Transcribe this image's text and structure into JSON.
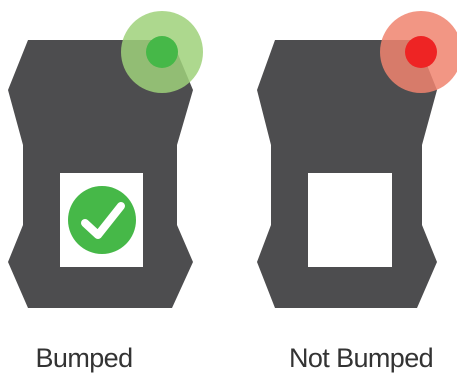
{
  "devices": [
    {
      "id": "bumped",
      "label": "Bumped",
      "status": "bumped",
      "screen_icon": "check-circle-icon",
      "indicator_icon": "status-light-icon",
      "colors": {
        "body": "#4d4d4f",
        "screen": "#ffffff",
        "indicator_glow": "#9fd17a",
        "indicator_core": "#46b848",
        "check_fill": "#46b848",
        "check_mark": "#ffffff"
      }
    },
    {
      "id": "not-bumped",
      "label": "Not Bumped",
      "status": "not-bumped",
      "screen_icon": "",
      "indicator_icon": "status-light-icon",
      "colors": {
        "body": "#4d4d4f",
        "screen": "#ffffff",
        "indicator_glow": "#f0846e",
        "indicator_core": "#ee2424"
      }
    }
  ]
}
